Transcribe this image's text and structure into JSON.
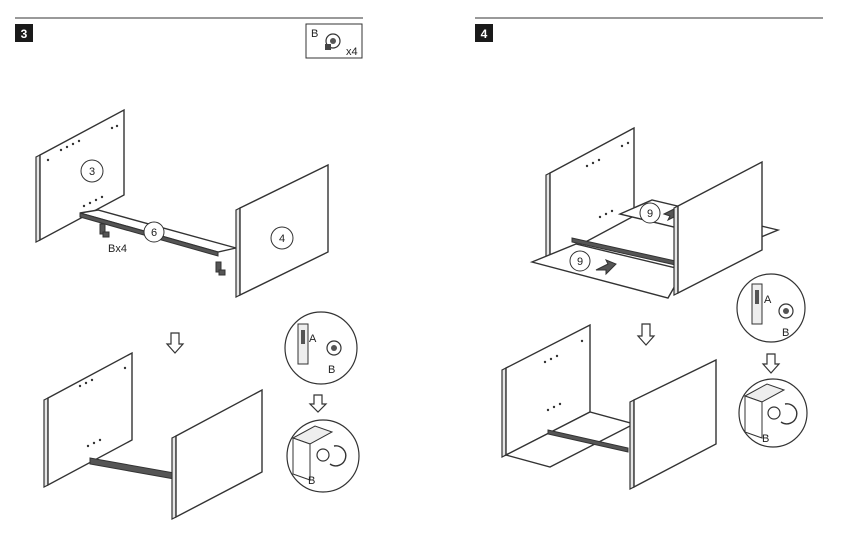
{
  "step3": {
    "number": "3",
    "hardware": {
      "letter": "B",
      "qty": "x4",
      "icon": "cam-lock-icon"
    },
    "panel_left": "3",
    "panel_right": "4",
    "shelf": "6",
    "hardware_note": "Bx4",
    "detail_top": {
      "label_a": "A",
      "label_b": "B"
    },
    "detail_bottom": {
      "label_b": "B"
    }
  },
  "step4": {
    "number": "4",
    "back_panel_top": "9",
    "back_panel_bottom": "9",
    "detail_top": {
      "label_a": "A",
      "label_b": "B"
    },
    "detail_bottom": {
      "label_b": "B"
    }
  }
}
